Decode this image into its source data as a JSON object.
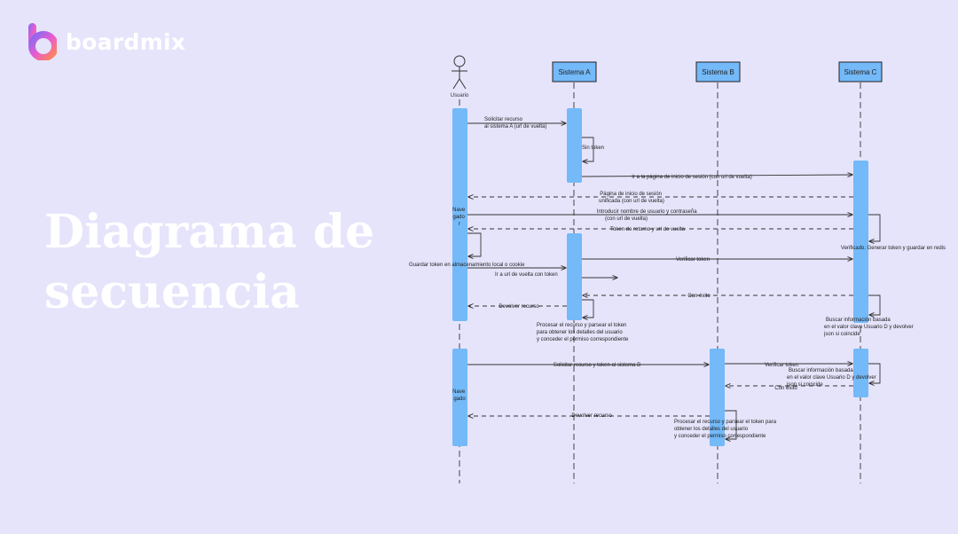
{
  "brand": {
    "name": "boardmix",
    "logo_icon": "boardmix-b-logo-icon"
  },
  "headline": {
    "line1": "Diagrama de",
    "line2": "secuencia"
  },
  "colors": {
    "background": "#e6e4fb",
    "activation": "#74b9f8",
    "participant_box": "#74b9f8",
    "line": "#333333"
  },
  "diagram": {
    "actor": {
      "label": "Usuario"
    },
    "participants": [
      "Sistema A",
      "Sistema  B",
      "Sistema  C"
    ],
    "activation_labels": {
      "nav1": [
        "Nave",
        "gado",
        "r"
      ],
      "nav2": [
        "Nave",
        "gado"
      ]
    },
    "messages": {
      "m1": [
        "Solicitar recurso",
        "al sistema A (url de vuelta)"
      ],
      "m2": [
        "Sin token"
      ],
      "m3": [
        "Ir a la página de inicio de sesión (con url de vuelta)"
      ],
      "m4": [
        "Página de inicio de sesión",
        "unificada (con url de vuelta)"
      ],
      "m5": [
        "Introducir nombre de usuario y contraseña",
        "(con url de vuelta)"
      ],
      "m6": [
        "Token de retorno y url de vuelta"
      ],
      "m7": [
        "Verificado. Generar token y guardar en redis"
      ],
      "m8": [
        "Verificar token"
      ],
      "m9": [
        "Guardar token en almacenamiento local o cookie"
      ],
      "m10": [
        "Ir a url de vuelta con token"
      ],
      "m11": [
        "Con éxito"
      ],
      "m12": [
        "Devolver recurso"
      ],
      "m13": [
        "Buscar información basada",
        "en el valor clave Usuario D y devolver",
        "json si coincide"
      ],
      "m14": [
        "Procesar el recurso y parsear el token",
        "para obtener los detalles del usuario",
        "y conceder el permiso correspondiente"
      ],
      "m15": [
        "Solicitar recurso y token al sistema B"
      ],
      "m16": [
        "Verificar token"
      ],
      "m17": [
        "Buscar información basada",
        "en el valor clave Usuario D y devolver",
        "json si coincide"
      ],
      "m18": [
        "Con éxito"
      ],
      "m19": [
        "Devolver recurso"
      ],
      "m20": [
        "Procesar el recurso y parsear el token para",
        "obtener los detalles del usuario",
        "y conceder el permiso correspondiente"
      ]
    }
  }
}
